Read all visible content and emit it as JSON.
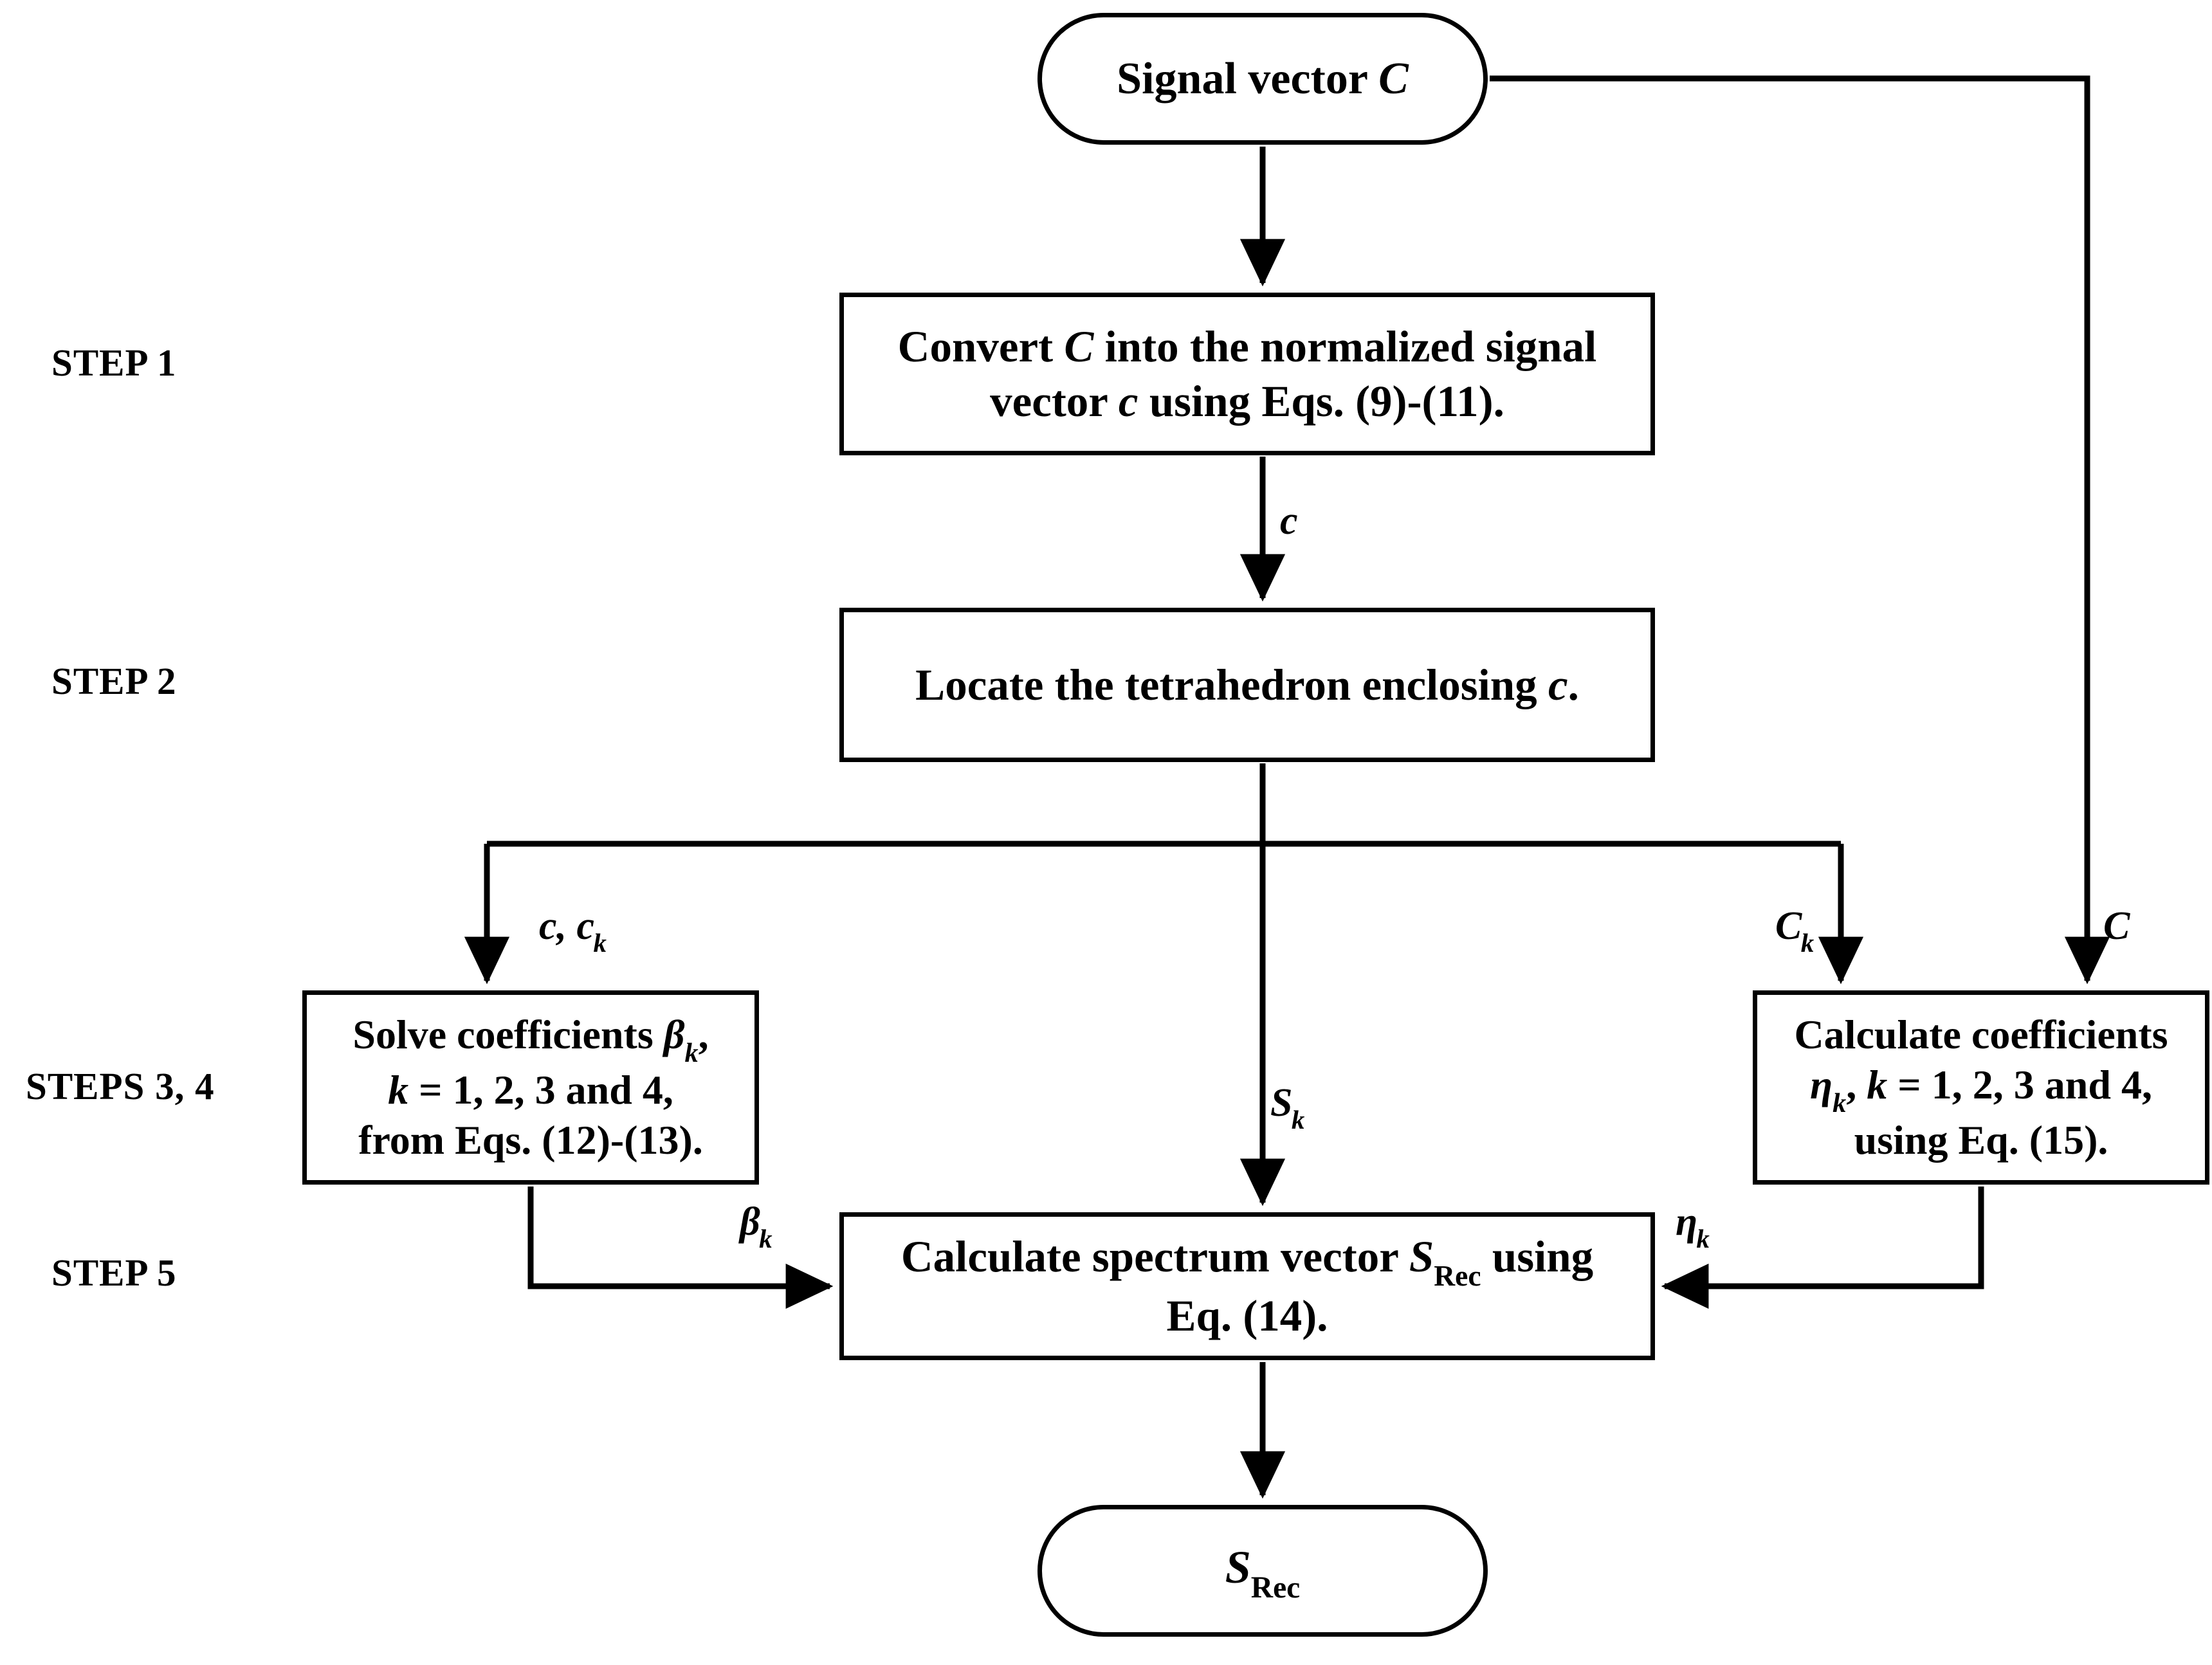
{
  "diagram": {
    "type": "flowchart",
    "title": "Spectrum reconstruction algorithm flowchart",
    "orientation": "top-to-bottom",
    "background_color": "#ffffff",
    "line_color": "#000000"
  },
  "step_labels": [
    {
      "id": "step1",
      "text": "STEP 1"
    },
    {
      "id": "step2",
      "text": "STEP 2"
    },
    {
      "id": "step34",
      "text": "STEPS 3, 4"
    },
    {
      "id": "step5",
      "text": "STEP 5"
    }
  ],
  "nodes": {
    "start": {
      "shape": "terminator",
      "text_plain": "Signal vector C",
      "text_prefix": "Signal vector ",
      "symbol": "C"
    },
    "step1": {
      "shape": "process",
      "text_plain": "Convert C into the normalized signal vector c using Eqs. (9)-(11).",
      "line1_a": "Convert ",
      "line1_sym": "C",
      "line1_b": " into the normalized signal",
      "line2_a": "vector ",
      "line2_sym": "c",
      "line2_b": " using Eqs. (9)-(11)."
    },
    "step2": {
      "shape": "process",
      "text_plain": "Locate the tetrahedron enclosing c.",
      "line1_a": "Locate the tetrahedron enclosing ",
      "line1_sym": "c",
      "line1_b": "."
    },
    "step34_left": {
      "shape": "process",
      "text_plain": "Solve coefficients βk, k = 1, 2, 3 and 4, from Eqs. (12)-(13).",
      "line1_a": "Solve coefficients ",
      "line1_sym": "β",
      "line1_sub": "k",
      "line1_b": ",",
      "line2_sym": "k",
      "line2_b": " = 1, 2, 3 and 4,",
      "line3": "from Eqs. (12)-(13)."
    },
    "step34_right": {
      "shape": "process",
      "text_plain": "Calculate coefficients ηk, k = 1, 2, 3 and 4, using Eq. (15).",
      "line1": "Calculate coefficients",
      "line2_sym": "η",
      "line2_sub": "k",
      "line2_mid": ", ",
      "line2_sym2": "k",
      "line2_b": " = 1, 2, 3 and 4,",
      "line3": "using Eq. (15)."
    },
    "step5": {
      "shape": "process",
      "text_plain": "Calculate spectrum vector SRec using Eq. (14).",
      "line1_a": "Calculate spectrum vector ",
      "line1_sym": "S",
      "line1_sub": "Rec",
      "line1_b": " using",
      "line2": "Eq. (14)."
    },
    "end": {
      "shape": "terminator",
      "text_plain": "SRec",
      "symbol": "S",
      "subscript": "Rec"
    }
  },
  "edge_labels": [
    {
      "id": "c",
      "text_plain": "c",
      "symbol": "c",
      "subscript": ""
    },
    {
      "id": "c_ck",
      "text_plain": "c, ck",
      "symbol": "c",
      "mid": ", ",
      "symbol2": "c",
      "subscript2": "k"
    },
    {
      "id": "Ck",
      "text_plain": "Ck",
      "symbol": "C",
      "subscript": "k"
    },
    {
      "id": "C",
      "text_plain": "C",
      "symbol": "C",
      "subscript": ""
    },
    {
      "id": "Sk",
      "text_plain": "Sk",
      "symbol": "S",
      "subscript": "k"
    },
    {
      "id": "beta_k",
      "text_plain": "βk",
      "symbol": "β",
      "subscript": "k"
    },
    {
      "id": "eta_k",
      "text_plain": "ηk",
      "symbol": "η",
      "subscript": "k"
    }
  ],
  "connections": [
    {
      "from": "start",
      "to": "step1",
      "label": ""
    },
    {
      "from": "start",
      "to": "step34_right",
      "label": "C",
      "routing": "right-side-bus"
    },
    {
      "from": "step1",
      "to": "step2",
      "label": "c"
    },
    {
      "from": "step2",
      "to": "step34_left",
      "label": "c, ck",
      "routing": "split-bus"
    },
    {
      "from": "step2",
      "to": "step34_right",
      "label": "Ck",
      "routing": "split-bus"
    },
    {
      "from": "step2",
      "to": "step5",
      "label": "Sk",
      "routing": "straight-down"
    },
    {
      "from": "step34_left",
      "to": "step5",
      "label": "βk",
      "routing": "down-then-right"
    },
    {
      "from": "step34_right",
      "to": "step5",
      "label": "ηk",
      "routing": "down-then-left"
    },
    {
      "from": "step5",
      "to": "end",
      "label": ""
    }
  ]
}
